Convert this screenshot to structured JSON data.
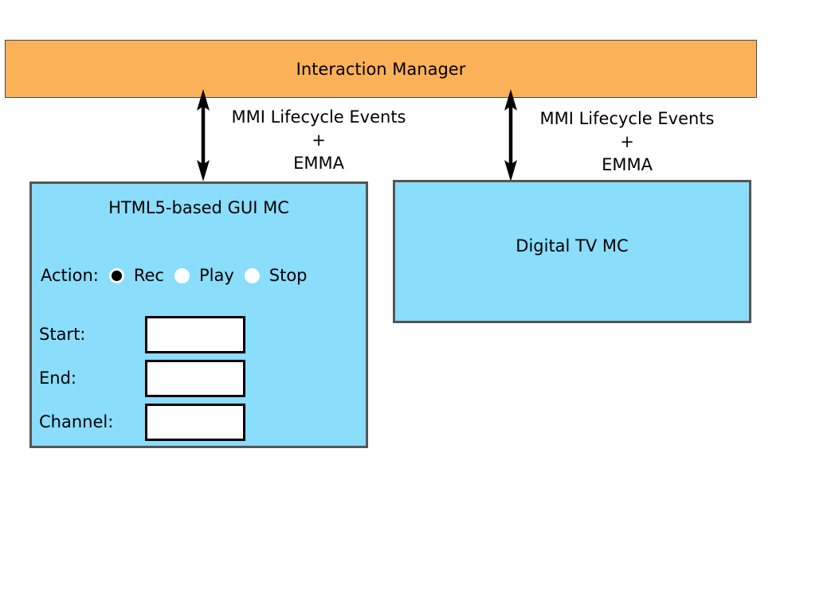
{
  "header": {
    "title": "Interaction Manager"
  },
  "connections": {
    "left": {
      "line1": "MMI Lifecycle Events",
      "line2": "+",
      "line3": "EMMA"
    },
    "right": {
      "line1": "MMI Lifecycle Events",
      "line2": "+",
      "line3": "EMMA"
    }
  },
  "gui_mc": {
    "title": "HTML5-based GUI MC",
    "action_label": "Action:",
    "options": [
      {
        "label": "Rec",
        "selected": true
      },
      {
        "label": "Play",
        "selected": false
      },
      {
        "label": "Stop",
        "selected": false
      }
    ],
    "fields": [
      {
        "label": "Start:",
        "value": ""
      },
      {
        "label": "End:",
        "value": ""
      },
      {
        "label": "Channel:",
        "value": ""
      }
    ]
  },
  "tv_mc": {
    "title": "Digital TV MC"
  },
  "colors": {
    "header_fill": "#fbb157",
    "mc_fill": "#8addfb",
    "mc_border": "#555555",
    "arrow": "#000000"
  }
}
